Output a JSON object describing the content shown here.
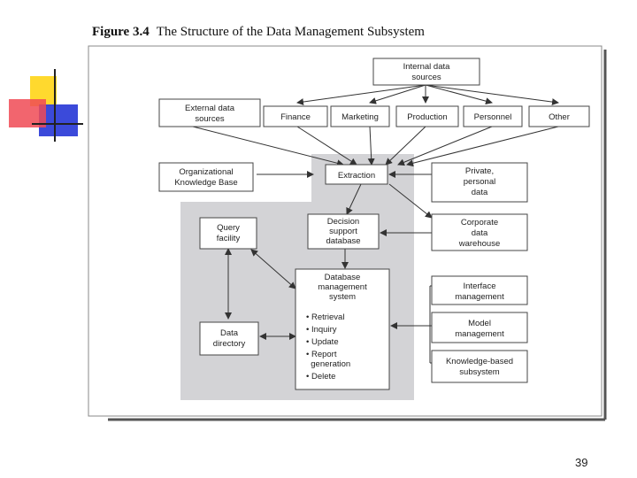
{
  "slide": {
    "figure_label": "Figure 3.4",
    "title": "The Structure of the Data Management Subsystem",
    "page_number": "39"
  },
  "diagram": {
    "internal_sources": [
      "Internal data",
      "sources"
    ],
    "external_sources": [
      "External data",
      "sources"
    ],
    "finance": "Finance",
    "marketing": "Marketing",
    "production": "Production",
    "personnel": "Personnel",
    "other": "Other",
    "org_kb": [
      "Organizational",
      "Knowledge Base"
    ],
    "extraction": "Extraction",
    "private": [
      "Private,",
      "personal",
      "data"
    ],
    "dss_db": [
      "Decision",
      "support",
      "database"
    ],
    "corporate": [
      "Corporate",
      "data",
      "warehouse"
    ],
    "query": [
      "Query",
      "facility"
    ],
    "dbms": [
      "Database",
      "management",
      "system"
    ],
    "dbms_bullets": [
      "• Retrieval",
      "• Inquiry",
      "• Update",
      "• Report",
      "  generation",
      "• Delete"
    ],
    "interface": [
      "Interface",
      "management"
    ],
    "model": [
      "Model",
      "management"
    ],
    "knowledge": [
      "Knowledge-based",
      "subsystem"
    ],
    "data_directory": [
      "Data",
      "directory"
    ]
  }
}
